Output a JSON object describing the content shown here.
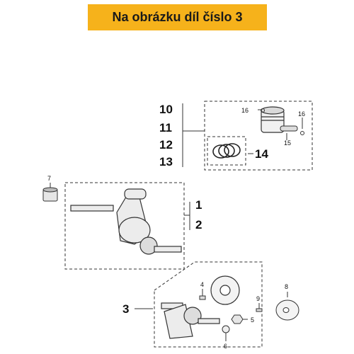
{
  "banner": {
    "text": "Na obrázku díl číslo 3",
    "color": "#f6b21b"
  },
  "labels": {
    "l10": "10",
    "l11": "11",
    "l12": "12",
    "l13": "13",
    "l14": "14",
    "l15": "15",
    "l16a": "16",
    "l16b": "16",
    "l7": "7",
    "l1": "1",
    "l2": "2",
    "l3": "3",
    "l4": "4",
    "l5": "5",
    "l6": "6",
    "l8": "8",
    "l9": "9"
  }
}
